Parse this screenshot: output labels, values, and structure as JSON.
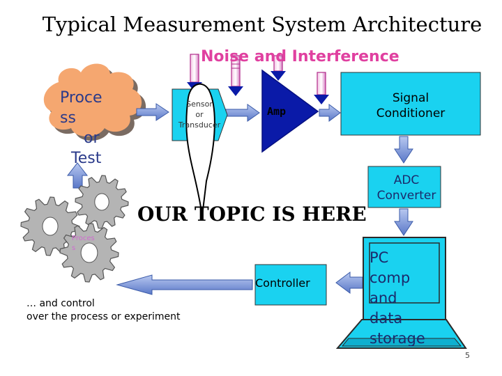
{
  "title": "Typical Measurement System Architecture",
  "noise_label": "Noise and Interference",
  "process_label_lines": [
    "Proce",
    "ss",
    "or",
    "Test"
  ],
  "sensor_label_lines": [
    "Sensor",
    "or",
    "Transducer"
  ],
  "amp_label": "Amp",
  "signal_conditioner_lines": [
    "Signal",
    "Conditioner"
  ],
  "adc_lines": [
    "ADC",
    "Converter"
  ],
  "topic_label": "OUR TOPIC IS HERE",
  "gear_process_lines": [
    "Proces",
    "s"
  ],
  "controller_label": "Controller",
  "pc_lines": [
    "PC",
    "comp",
    "and",
    "data",
    "storage"
  ],
  "caption_lines": [
    "… and control",
    "over the process or experiment"
  ],
  "page_number": "5",
  "colors": {
    "cyan": "#1ad2f0",
    "blue": "#0a1aa8",
    "arrow_blue": "#6f8fd6",
    "noise_pink": "#e040a0",
    "cloud": "#f5a770",
    "gear": "#b4b4b4"
  }
}
